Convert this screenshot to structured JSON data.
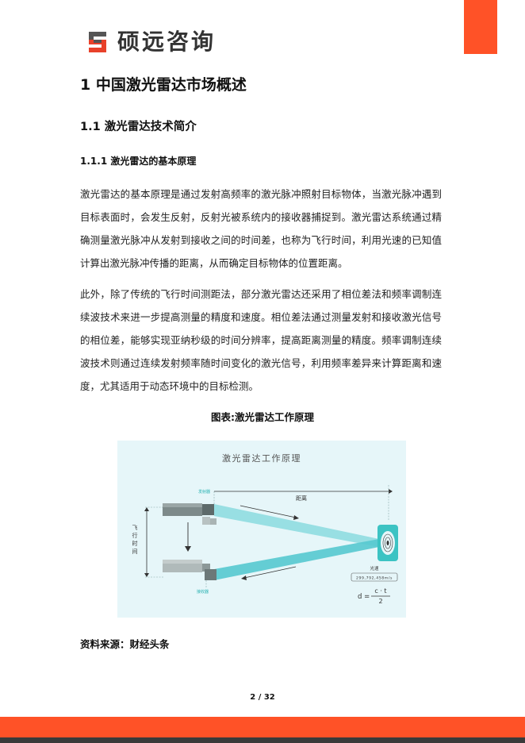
{
  "header": {
    "logo_text": "硕远咨询",
    "logo_icon": "shuoyuan-s-logo-icon",
    "brand_color": "#ff5227",
    "logo_red": "#e8412a",
    "logo_gray": "#555555"
  },
  "section": {
    "h1": "1 中国激光雷达市场概述",
    "h2": "1.1 激光雷达技术简介",
    "h3": "1.1.1 激光雷达的基本原理"
  },
  "body": {
    "p1": "激光雷达的基本原理是通过发射高频率的激光脉冲照射目标物体，当激光脉冲遇到目标表面时，会发生反射，反射光被系统内的接收器捕捉到。激光雷达系统通过精确测量激光脉冲从发射到接收之间的时间差，也称为飞行时间，利用光速的已知值计算出激光脉冲传播的距离，从而确定目标物体的位置距离。",
    "p2": "此外，除了传统的飞行时间测距法，部分激光雷达还采用了相位差法和频率调制连续波技术来进一步提高测量的精度和速度。相位差法通过测量发射和接收激光信号的相位差，能够实现亚纳秒级的时间分辨率，提高距离测量的精度。频率调制连续波技术则通过连续发射频率随时间变化的激光信号，利用频率差异来计算距离和速度，尤其适用于动态环境中的目标检测。"
  },
  "figure": {
    "caption": "图表:激光雷达工作原理",
    "title": "激光雷达工作原理",
    "emitter_label": "发射器",
    "distance_label": "距离",
    "time_of_flight_label": "飞行时间",
    "receiver_label": "接收器",
    "light_speed_label": "光速",
    "light_speed_value": "299,792,458m/s",
    "formula_lhs": "d =",
    "formula_numerator": "c · t",
    "formula_denominator": "2",
    "beam_color": "#6fd3d8",
    "target_color": "#3cc3c3"
  },
  "source": "资料来源：财经头条",
  "footer": {
    "page_number": "2 / 32"
  }
}
